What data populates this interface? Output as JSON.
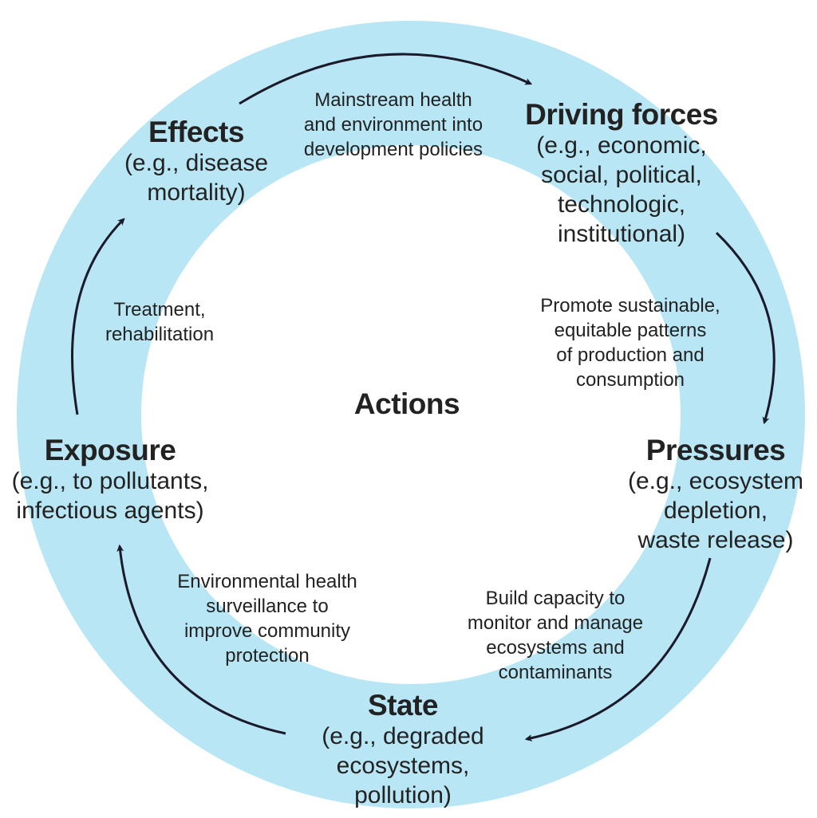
{
  "center_label": "Actions",
  "stages": {
    "driving_forces": {
      "title": "Driving forces",
      "detail": "(e.g., economic,\nsocial, political,\ntechnologic,\ninstitutional)"
    },
    "pressures": {
      "title": "Pressures",
      "detail": "(e.g., ecosystem\ndepletion,\nwaste release)"
    },
    "state": {
      "title": "State",
      "detail": "(e.g., degraded\necosystems,\npollution)"
    },
    "exposure": {
      "title": "Exposure",
      "detail": "(e.g., to pollutants,\ninfectious agents)"
    },
    "effects": {
      "title": "Effects",
      "detail": "(e.g., disease\nmortality)"
    }
  },
  "actions": {
    "effects_to_driving": "Mainstream health\nand environment into\ndevelopment policies",
    "driving_to_pressures": "Promote sustainable,\nequitable patterns\nof production and\nconsumption",
    "pressures_to_state": "Build capacity to\nmonitor and manage\necosystems and\ncontaminants",
    "state_to_exposure": "Environmental health\nsurveillance to\nimprove community\nprotection",
    "exposure_to_effects": "Treatment,\nrehabilitation"
  },
  "colors": {
    "ring": "#b8e6f5",
    "arrow": "#1a1a2a",
    "text": "#222222",
    "background": "#ffffff"
  }
}
